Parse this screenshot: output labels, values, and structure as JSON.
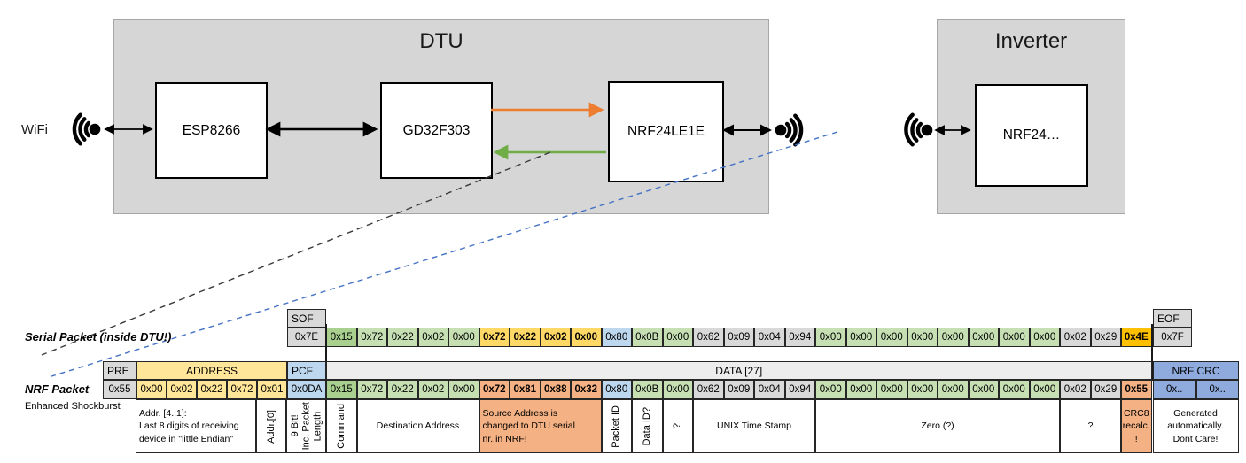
{
  "diagram": {
    "wifi_label": "WiFi",
    "dtu": {
      "title": "DTU",
      "components": [
        "ESP8266",
        "GD32F303",
        "NRF24LE1E"
      ]
    },
    "inverter": {
      "title": "Inverter",
      "component": "NRF24…"
    },
    "colors": {
      "orange_arrow": "#ED7D31",
      "green_arrow": "#70AD47",
      "blue_dash": "#4472C4",
      "black_dash": "#3a3a3a"
    }
  },
  "serial_packet": {
    "label": "Serial Packet (inside DTU!)",
    "sof": {
      "header": "SOF",
      "value": "0x7E"
    },
    "eof": {
      "header": "EOF",
      "value": "0x7F"
    },
    "data": [
      {
        "v": "0x15",
        "c": "g1"
      },
      {
        "v": "0x72",
        "c": "g2"
      },
      {
        "v": "0x22",
        "c": "g2"
      },
      {
        "v": "0x02",
        "c": "g2"
      },
      {
        "v": "0x00",
        "c": "g2"
      },
      {
        "v": "0x72",
        "c": "gold"
      },
      {
        "v": "0x22",
        "c": "gold"
      },
      {
        "v": "0x02",
        "c": "gold"
      },
      {
        "v": "0x00",
        "c": "gold"
      },
      {
        "v": "0x80",
        "c": "blue"
      },
      {
        "v": "0x0B",
        "c": "g2"
      },
      {
        "v": "0x00",
        "c": "g2"
      },
      {
        "v": "0x62",
        "c": "gray"
      },
      {
        "v": "0x09",
        "c": "gray"
      },
      {
        "v": "0x04",
        "c": "gray"
      },
      {
        "v": "0x94",
        "c": "gray"
      },
      {
        "v": "0x00",
        "c": "g2"
      },
      {
        "v": "0x00",
        "c": "g2"
      },
      {
        "v": "0x00",
        "c": "g2"
      },
      {
        "v": "0x00",
        "c": "g2"
      },
      {
        "v": "0x00",
        "c": "g2"
      },
      {
        "v": "0x00",
        "c": "g2"
      },
      {
        "v": "0x00",
        "c": "g2"
      },
      {
        "v": "0x00",
        "c": "g2"
      },
      {
        "v": "0x02",
        "c": "gray"
      },
      {
        "v": "0x29",
        "c": "gray"
      },
      {
        "v": "0x4E",
        "c": "amber"
      }
    ]
  },
  "nrf_packet": {
    "label": "NRF Packet",
    "sublabel": "Enhanced Shockburst",
    "headers": {
      "pre": "PRE",
      "address": "ADDRESS",
      "pcf": "PCF",
      "data": "DATA [27]",
      "crc": "NRF CRC"
    },
    "prefix": [
      {
        "v": "0x55",
        "c": "gray"
      },
      {
        "v": "0x00",
        "c": "yellow"
      },
      {
        "v": "0x02",
        "c": "yellow"
      },
      {
        "v": "0x22",
        "c": "yellow"
      },
      {
        "v": "0x72",
        "c": "yellow"
      },
      {
        "v": "0x01",
        "c": "yellow"
      },
      {
        "v": "0x0DA",
        "c": "blue"
      }
    ],
    "data": [
      {
        "v": "0x15",
        "c": "g1"
      },
      {
        "v": "0x72",
        "c": "g2"
      },
      {
        "v": "0x22",
        "c": "g2"
      },
      {
        "v": "0x02",
        "c": "g2"
      },
      {
        "v": "0x00",
        "c": "g2"
      },
      {
        "v": "0x72",
        "c": "salmon"
      },
      {
        "v": "0x81",
        "c": "salmon"
      },
      {
        "v": "0x88",
        "c": "salmon"
      },
      {
        "v": "0x32",
        "c": "salmon"
      },
      {
        "v": "0x80",
        "c": "blue"
      },
      {
        "v": "0x0B",
        "c": "g2"
      },
      {
        "v": "0x00",
        "c": "g2"
      },
      {
        "v": "0x62",
        "c": "gray"
      },
      {
        "v": "0x09",
        "c": "gray"
      },
      {
        "v": "0x04",
        "c": "gray"
      },
      {
        "v": "0x94",
        "c": "gray"
      },
      {
        "v": "0x00",
        "c": "g2"
      },
      {
        "v": "0x00",
        "c": "g2"
      },
      {
        "v": "0x00",
        "c": "g2"
      },
      {
        "v": "0x00",
        "c": "g2"
      },
      {
        "v": "0x00",
        "c": "g2"
      },
      {
        "v": "0x00",
        "c": "g2"
      },
      {
        "v": "0x00",
        "c": "g2"
      },
      {
        "v": "0x00",
        "c": "g2"
      },
      {
        "v": "0x02",
        "c": "gray"
      },
      {
        "v": "0x29",
        "c": "gray"
      },
      {
        "v": "0x55",
        "c": "salmon"
      }
    ],
    "crc": [
      {
        "v": "0x..",
        "c": "crcblue"
      },
      {
        "v": "0x..",
        "c": "crcblue"
      }
    ]
  },
  "annotations": [
    {
      "text": "Addr. [4..1]:\nLast 8 digits of receiving\ndevice in \"little Endian\""
    },
    {
      "text": "Addr.[0]"
    },
    {
      "text": "9 Bit!\nInc. Packet\nLength"
    },
    {
      "text": "Command"
    },
    {
      "text": "Destination Address"
    },
    {
      "text": "Source Address is\nchanged to DTU serial\nnr. in NRF!"
    },
    {
      "text": "Packet ID"
    },
    {
      "text": "Data ID?"
    },
    {
      "text": "?"
    },
    {
      "text": "UNIX Time Stamp"
    },
    {
      "text": "Zero (?)"
    },
    {
      "text": "?"
    },
    {
      "text": "CRC8\nrecalc.\n!"
    },
    {
      "text": "Generated\nautomatically.\nDont Care!"
    }
  ]
}
